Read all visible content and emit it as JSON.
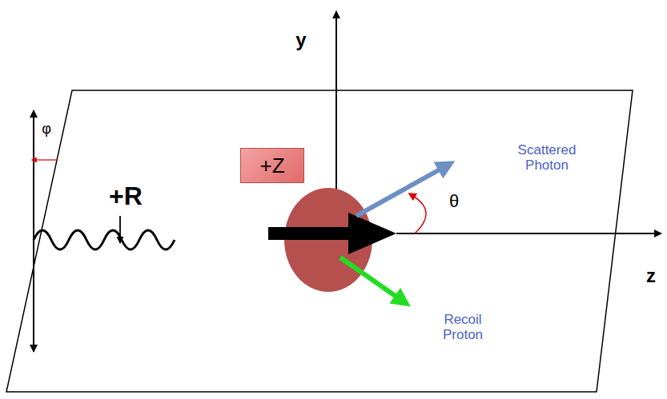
{
  "diagram": {
    "nodes": [
      {
        "text": [
          "+Z"
        ]
      }
    ],
    "labels": [
      "y",
      "z",
      "φ",
      "+R",
      "θ",
      "Scattered Photon",
      "Recoil Proton"
    ]
  }
}
